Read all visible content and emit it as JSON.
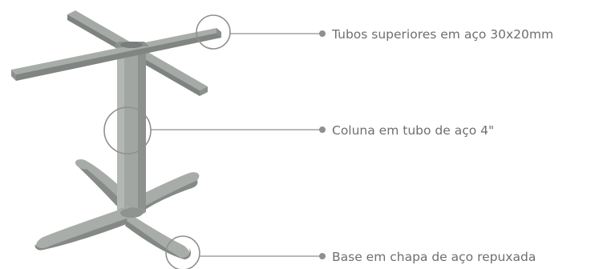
{
  "diagram": {
    "subject": "table-base",
    "part_color": "#9a9e9b",
    "callout_color": "#8f8f8f",
    "callouts": [
      {
        "id": "top",
        "label": "Tubos superiores em aço 30x20mm"
      },
      {
        "id": "column",
        "label": "Coluna em tubo de aço 4\""
      },
      {
        "id": "base",
        "label": "Base em chapa de aço repuxada"
      }
    ]
  }
}
